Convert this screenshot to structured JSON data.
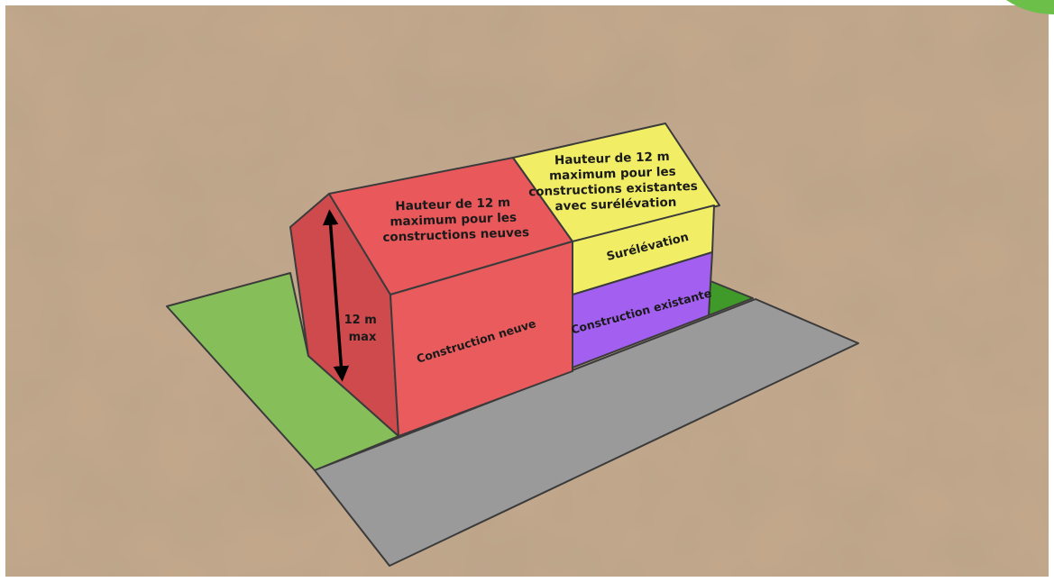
{
  "colors": {
    "background": "#c4a98c",
    "roof_red": "#e9585a",
    "front_red": "#ea5b5d",
    "gable_red": "#cf4a4d",
    "yellow": "#f1ee66",
    "purple": "#a35ff0",
    "grass": "#86bf5a",
    "grass_dark": "#3f9a2a",
    "road": "#9a9a9a",
    "corner_tab": "#6cbf48",
    "outline": "#3b3b3b"
  },
  "labels": {
    "new_roof": {
      "line1": "Hauteur de 12 m",
      "line2": "maximum pour les",
      "line3": "constructions neuves"
    },
    "existing_roof": {
      "line1": "Hauteur de 12 m",
      "line2": "maximum pour les",
      "line3": "constructions existantes",
      "line4": "avec surélévation"
    },
    "surelevation": "Surélévation",
    "existing_construction": "Construction existante",
    "new_construction": "Construction neuve",
    "dimension": {
      "line1": "12 m",
      "line2": "max"
    }
  }
}
